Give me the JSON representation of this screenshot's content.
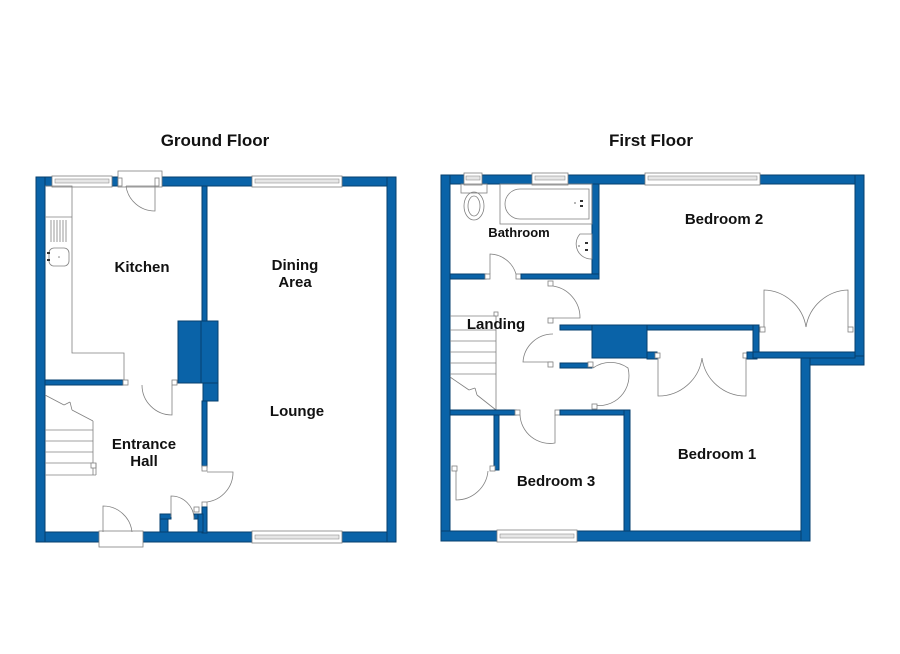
{
  "floors": [
    {
      "title": "Ground Floor",
      "rooms": [
        {
          "name": "Kitchen"
        },
        {
          "name": "Dining\nArea"
        },
        {
          "name": "Lounge"
        },
        {
          "name": "Entrance\nHall"
        }
      ]
    },
    {
      "title": "First Floor",
      "rooms": [
        {
          "name": "Bathroom"
        },
        {
          "name": "Bedroom 2"
        },
        {
          "name": "Landing"
        },
        {
          "name": "Bedroom 1"
        },
        {
          "name": "Bedroom 3"
        }
      ]
    }
  ],
  "colors": {
    "wall": "#0a63a8",
    "wall_outline": "#063f6e",
    "fixture_line": "#808080",
    "background": "#ffffff"
  }
}
